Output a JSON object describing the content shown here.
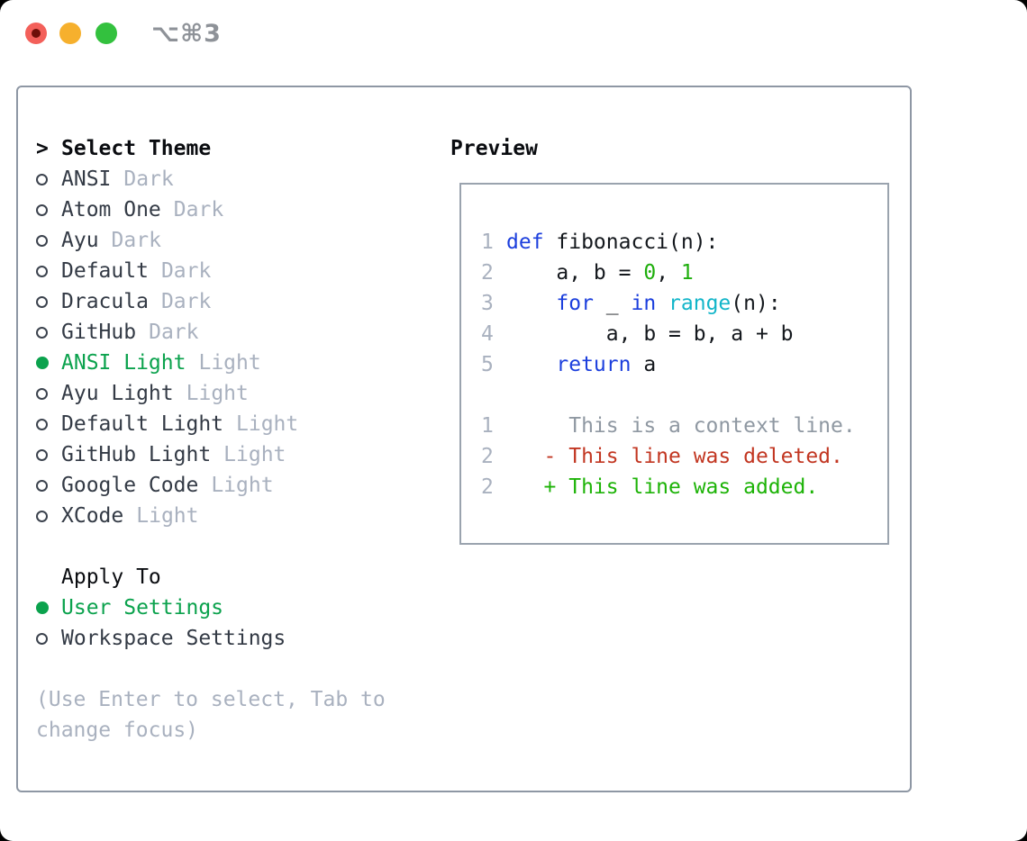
{
  "titlebar": {
    "shortcut": "⌥⌘3"
  },
  "theme_picker": {
    "prompt": ">",
    "title": "Select Theme",
    "items": [
      {
        "name": "ANSI",
        "variant": "Dark",
        "selected": false
      },
      {
        "name": "Atom One",
        "variant": "Dark",
        "selected": false
      },
      {
        "name": "Ayu",
        "variant": "Dark",
        "selected": false
      },
      {
        "name": "Default",
        "variant": "Dark",
        "selected": false
      },
      {
        "name": "Dracula",
        "variant": "Dark",
        "selected": false
      },
      {
        "name": "GitHub",
        "variant": "Dark",
        "selected": false
      },
      {
        "name": "ANSI Light",
        "variant": "Light",
        "selected": true
      },
      {
        "name": "Ayu Light",
        "variant": "Light",
        "selected": false
      },
      {
        "name": "Default Light",
        "variant": "Light",
        "selected": false
      },
      {
        "name": "GitHub Light",
        "variant": "Light",
        "selected": false
      },
      {
        "name": "Google Code",
        "variant": "Light",
        "selected": false
      },
      {
        "name": "XCode",
        "variant": "Light",
        "selected": false
      }
    ]
  },
  "apply_to": {
    "title": "Apply To",
    "options": [
      {
        "name": "User Settings",
        "selected": true
      },
      {
        "name": "Workspace Settings",
        "selected": false
      }
    ]
  },
  "hint_lines": [
    "(Use Enter to select, Tab to",
    "change focus)"
  ],
  "preview": {
    "title": "Preview",
    "code_lines": [
      {
        "num": "1",
        "segments": [
          {
            "t": "def",
            "c": "kw"
          },
          {
            "t": " fibonacci(n):",
            "c": "pl"
          }
        ]
      },
      {
        "num": "2",
        "segments": [
          {
            "t": "    a, b = ",
            "c": "pl"
          },
          {
            "t": "0",
            "c": "num"
          },
          {
            "t": ", ",
            "c": "pl"
          },
          {
            "t": "1",
            "c": "num"
          }
        ]
      },
      {
        "num": "3",
        "segments": [
          {
            "t": "    ",
            "c": "pl"
          },
          {
            "t": "for",
            "c": "kw"
          },
          {
            "t": " _ ",
            "c": "pl"
          },
          {
            "t": "in",
            "c": "kw"
          },
          {
            "t": " ",
            "c": "pl"
          },
          {
            "t": "range",
            "c": "fn"
          },
          {
            "t": "(n):",
            "c": "pl"
          }
        ]
      },
      {
        "num": "4",
        "segments": [
          {
            "t": "        a, b = b, a + b",
            "c": "pl"
          }
        ]
      },
      {
        "num": "5",
        "segments": [
          {
            "t": "    ",
            "c": "pl"
          },
          {
            "t": "return",
            "c": "kw"
          },
          {
            "t": " a",
            "c": "pl"
          }
        ]
      },
      {
        "num": "",
        "segments": []
      },
      {
        "num": "1",
        "segments": [
          {
            "t": "     This is a context line.",
            "c": "ctx"
          }
        ]
      },
      {
        "num": "2",
        "segments": [
          {
            "t": "   - This line was deleted.",
            "c": "del"
          }
        ]
      },
      {
        "num": "2",
        "segments": [
          {
            "t": "   + This line was added.",
            "c": "add"
          }
        ]
      }
    ]
  },
  "colors": {
    "accent_green": "#0ba24d",
    "muted": "#a9b1bf",
    "text": "#333a45",
    "heading": "#0a0c10",
    "border": "#8e97a4",
    "preview_border": "#9aa3ae",
    "code_text": "#14181d",
    "line_number": "#a9b1bf",
    "keyword_blue": "#1c3fdd",
    "function_cyan": "#12b5c9",
    "number_green": "#1eae0c",
    "diff_context": "#8f98a2",
    "diff_deleted": "#c23621",
    "diff_added": "#1db307",
    "traffic_red": "#f3605a",
    "traffic_red_dot": "#6e0f08",
    "traffic_yellow": "#f6b02d",
    "traffic_green": "#33c13e"
  }
}
